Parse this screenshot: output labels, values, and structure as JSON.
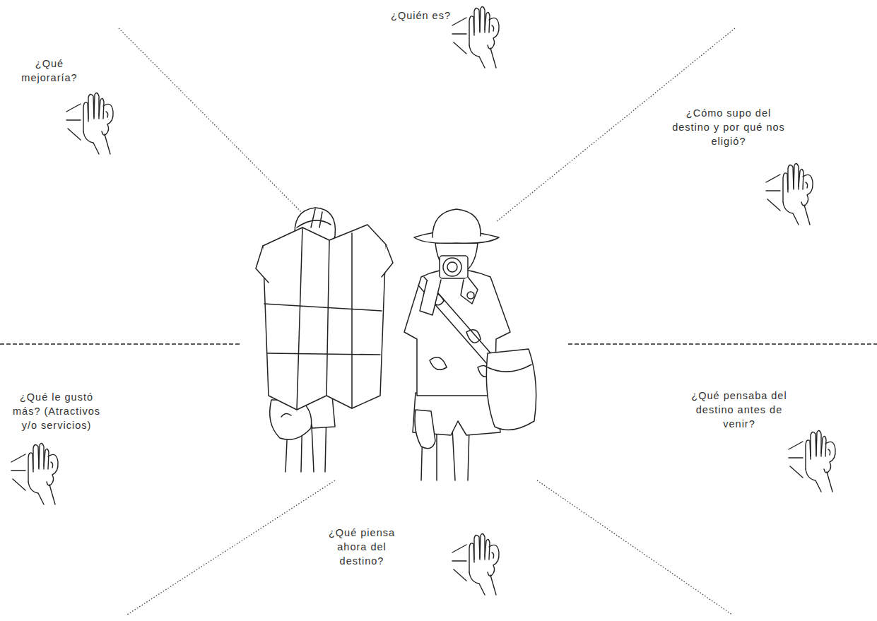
{
  "diagram": {
    "labels": [
      "¿Quién es?",
      "¿Cómo supo del destino y por qué nos eligió?",
      "¿Qué pensaba del destino antes de venir?",
      "¿Qué piensa ahora del destino?",
      "¿Qué le gustó más? (Atractivos y/o servicios)",
      "¿Qué mejoraría?"
    ]
  }
}
